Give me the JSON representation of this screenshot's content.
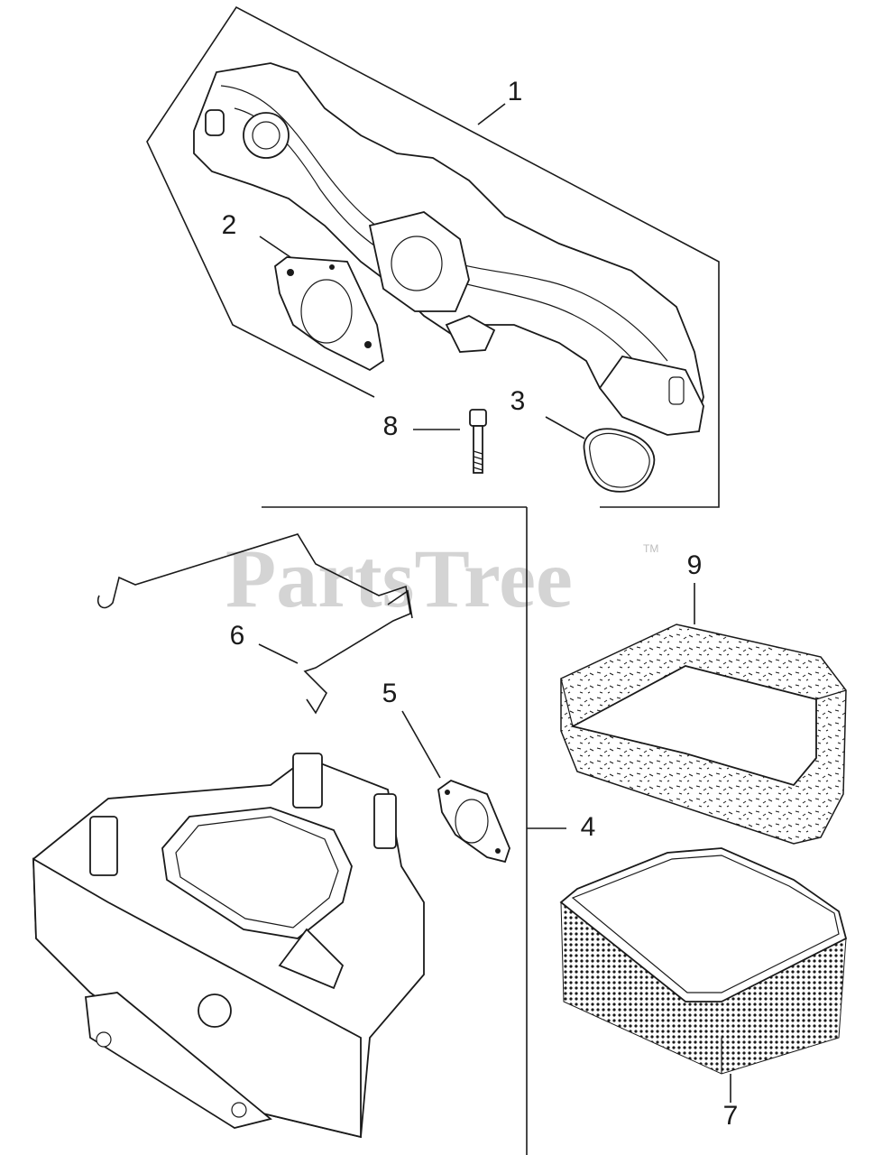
{
  "watermark": {
    "text": "PartsTree",
    "trademark": "TM"
  },
  "callouts": [
    {
      "id": "1",
      "label": "1"
    },
    {
      "id": "2",
      "label": "2"
    },
    {
      "id": "3",
      "label": "3"
    },
    {
      "id": "4",
      "label": "4"
    },
    {
      "id": "5",
      "label": "5"
    },
    {
      "id": "6",
      "label": "6"
    },
    {
      "id": "7",
      "label": "7"
    },
    {
      "id": "8",
      "label": "8"
    },
    {
      "id": "9",
      "label": "9"
    }
  ],
  "colors": {
    "line": "#1a1a1a",
    "watermark": "#d4d4d4",
    "background": "#ffffff"
  }
}
